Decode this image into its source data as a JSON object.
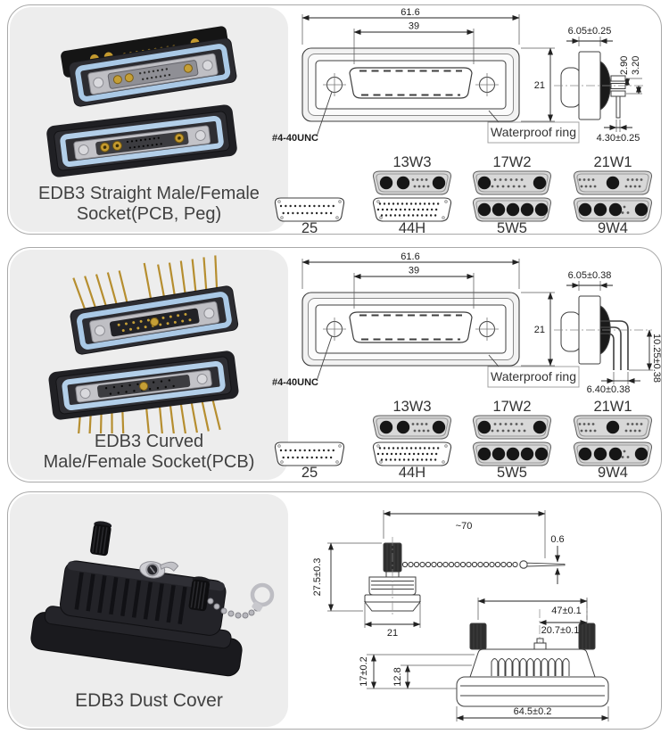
{
  "panels": [
    {
      "caption": {
        "line1": "EDB3 Straight Male/Female",
        "line2": "Socket(PCB, Peg)"
      },
      "front_view": {
        "dim_total_width": "61.6",
        "dim_slot_width": "39",
        "dim_height": "21",
        "thread_label": "#4-40UNC",
        "ring_label": "Waterproof ring"
      },
      "side_view": {
        "dim_depth": "6.05±0.25",
        "dim_pin_offset_1": "2.90",
        "dim_pin_offset_2": "3.20",
        "dim_tail": "4.30±0.25"
      },
      "variants": {
        "top": [
          "13W3",
          "17W2",
          "21W1"
        ],
        "bottom": [
          "25",
          "44H",
          "5W5",
          "9W4"
        ]
      }
    },
    {
      "caption": {
        "line1": "EDB3 Curved",
        "line2": "Male/Female Socket(PCB)"
      },
      "front_view": {
        "dim_total_width": "61.6",
        "dim_slot_width": "39",
        "dim_height": "21",
        "thread_label": "#4-40UNC",
        "ring_label": "Waterproof ring"
      },
      "side_view": {
        "dim_depth": "6.05±0.38",
        "dim_drop": "10.25±0.38",
        "dim_tail": "6.40±0.38"
      },
      "variants": {
        "top": [
          "13W3",
          "17W2",
          "21W1"
        ],
        "bottom": [
          "25",
          "44H",
          "5W5",
          "9W4"
        ]
      }
    },
    {
      "caption": {
        "line1": "EDB3 Dust Cover"
      },
      "screw_view": {
        "dim_chain_length": "~70",
        "dim_tab_thickness": "0.6",
        "dim_height": "27.5±0.3",
        "dim_width": "21"
      },
      "cover_view": {
        "dim_screw_span": "47±0.1",
        "dim_center_offset": "20.7±0.1",
        "dim_height": "17±0.2",
        "dim_inner_height": "12.8",
        "dim_width": "64.5±0.2"
      }
    }
  ]
}
